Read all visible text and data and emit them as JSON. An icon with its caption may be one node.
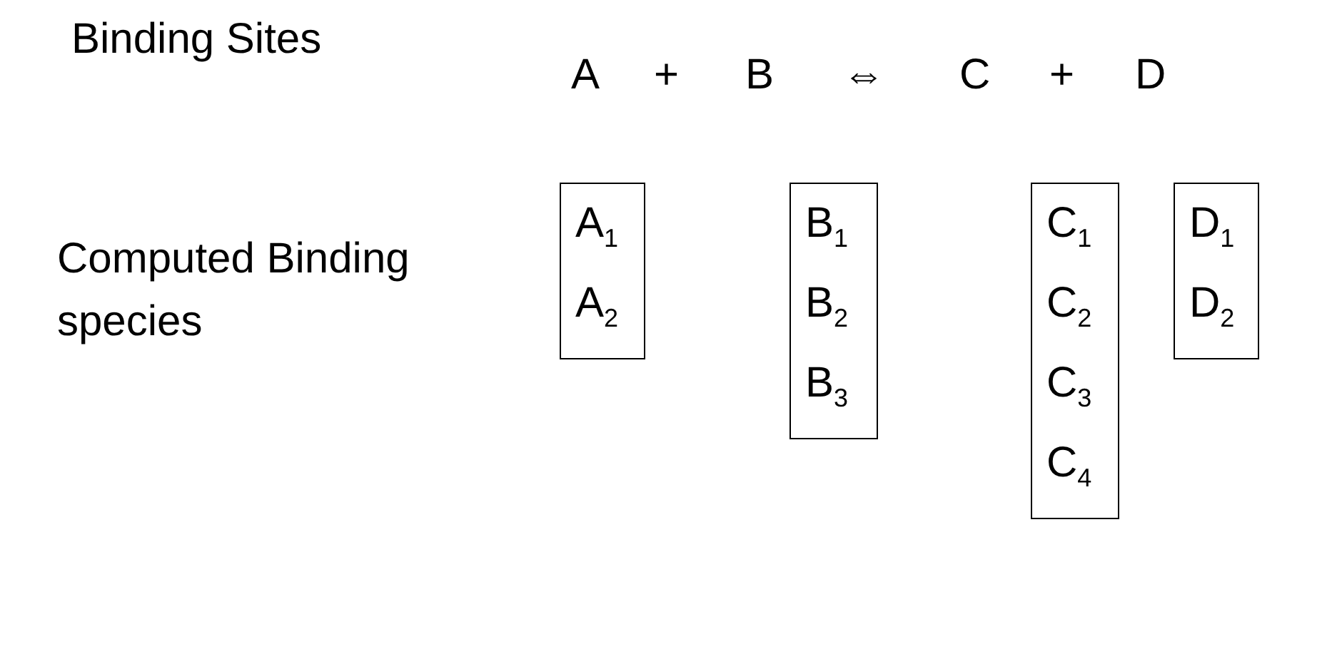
{
  "diagram": {
    "nodes": [
      {
        "text": [
          "A$_{1}$",
          "A$_{2}$"
        ]
      },
      {
        "text": [
          "B$_{1}$",
          "B$_{2}$",
          "B$_{3}$"
        ]
      },
      {
        "text": [
          "C$_{1}$",
          "C$_{2}$",
          "C$_{3}$",
          "C$_{4}$"
        ]
      },
      {
        "text": [
          "D$_{1}$",
          "D$_{2}$"
        ]
      }
    ],
    "labels": [
      "Binding Sites",
      "A",
      "+",
      "B",
      "⇔",
      "C",
      "+",
      "D",
      "Computed Binding species"
    ]
  }
}
